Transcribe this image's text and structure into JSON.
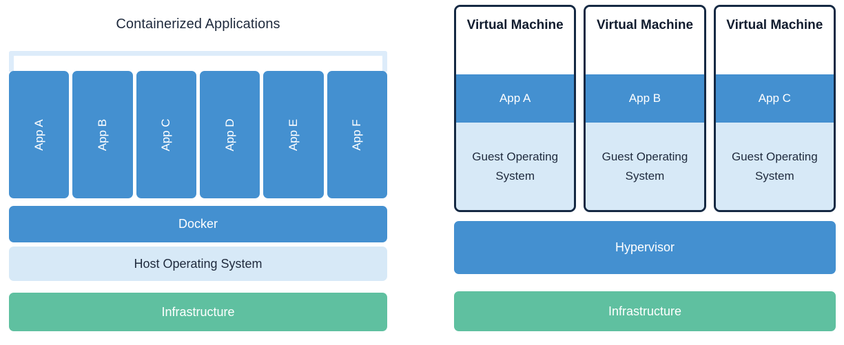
{
  "left_panel": {
    "title": "Containerized Applications",
    "apps": [
      {
        "label": "App A"
      },
      {
        "label": "App B"
      },
      {
        "label": "App C"
      },
      {
        "label": "App D"
      },
      {
        "label": "App E"
      },
      {
        "label": "App F"
      }
    ],
    "docker_label": "Docker",
    "host_os_label": "Host Operating System",
    "infrastructure_label": "Infrastructure"
  },
  "right_panel": {
    "vms": [
      {
        "header": "Virtual Machine",
        "app": "App A",
        "guest_os": "Guest Operating System"
      },
      {
        "header": "Virtual Machine",
        "app": "App B",
        "guest_os": "Guest Operating System"
      },
      {
        "header": "Virtual Machine",
        "app": "App C",
        "guest_os": "Guest Operating System"
      }
    ],
    "hypervisor_label": "Hypervisor",
    "infrastructure_label": "Infrastructure"
  },
  "colors": {
    "blue": "#4490d0",
    "light_blue": "#d7e9f7",
    "green": "#5fc0a0",
    "navy": "#152943",
    "bracket": "#ddecfa",
    "text_dark": "#1f2a3d",
    "text_light": "#ffffff"
  }
}
